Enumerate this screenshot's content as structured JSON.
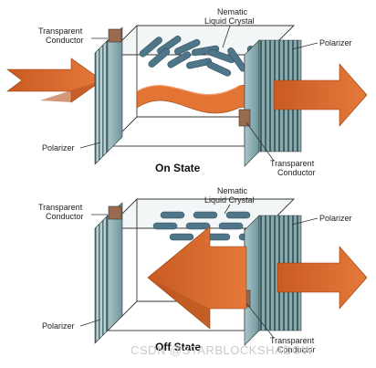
{
  "on_panel": {
    "caption": "On State",
    "labels": {
      "conductor_top": [
        "Transparent",
        "Conductor"
      ],
      "liquid_crystal": [
        "Nematic",
        "Liquid Crystal"
      ],
      "polarizer_right": "Polarizer",
      "polarizer_left": "Polarizer",
      "conductor_bottom": [
        "Transparent",
        "Conductor"
      ]
    }
  },
  "off_panel": {
    "caption": "Off State",
    "labels": {
      "conductor_top": [
        "Transparent",
        "Conductor"
      ],
      "liquid_crystal": [
        "Nematic",
        "Liquid Crystal"
      ],
      "polarizer_right": "Polarizer",
      "polarizer_left": "Polarizer",
      "conductor_bottom": [
        "Transparent",
        "Conductor"
      ]
    }
  },
  "watermark": "CSDN @STARBLOCKSHADOW",
  "colors": {
    "arrow": "#d9692a",
    "arrow_dark": "#a84a17",
    "polarizer": "#8fb3b8",
    "polarizer_dark": "#4f7a80",
    "conductor": "#9a6a4f",
    "crystal": "#4f7588"
  }
}
